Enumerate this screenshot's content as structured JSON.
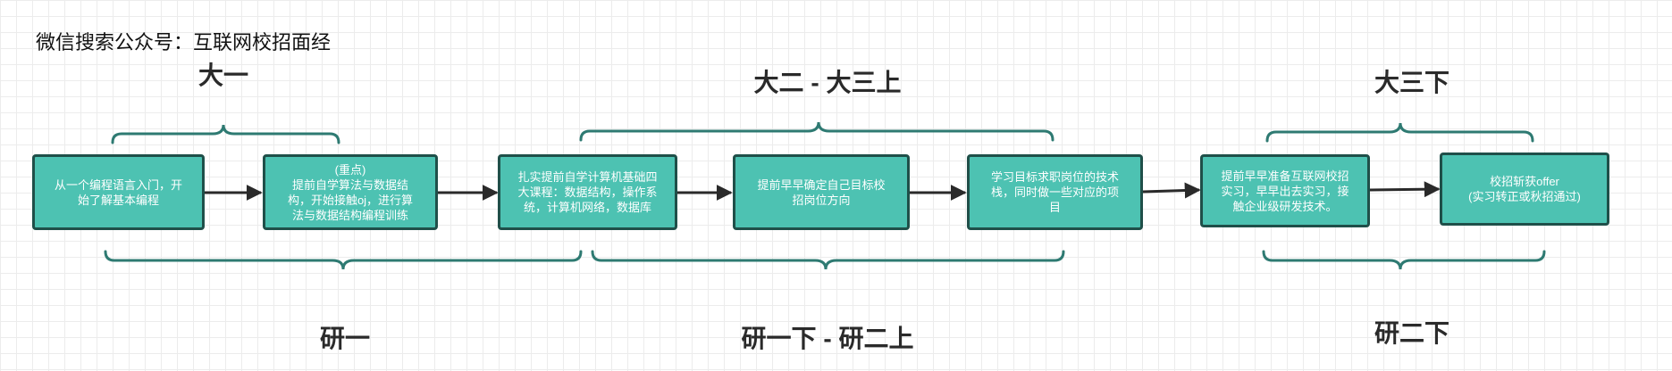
{
  "watermark": "微信搜索公众号：互联网校招面经",
  "undergrad_stages": {
    "first": "大一",
    "second": "大二 - 大三上",
    "third": "大三下"
  },
  "grad_stages": {
    "first": "研一",
    "second": "研一下 - 研二上",
    "third": "研二下"
  },
  "boxes": [
    {
      "lines": [
        "从一个编程语言入门，开",
        "始了解基本编程"
      ]
    },
    {
      "lines": [
        "(重点)",
        "提前自学算法与数据结",
        "构，开始接触oj，进行算",
        "法与数据结构编程训练"
      ]
    },
    {
      "lines": [
        "扎实提前自学计算机基础四",
        "大课程：数据结构，操作系",
        "统，计算机网络，数据库"
      ]
    },
    {
      "lines": [
        "提前早早确定自己目标校",
        "招岗位方向"
      ]
    },
    {
      "lines": [
        "学习目标求职岗位的技术",
        "栈，同时做一些对应的项",
        "目"
      ]
    },
    {
      "lines": [
        "提前早早准备互联网校招",
        "实习，早早出去实习，接",
        "触企业级研发技术。"
      ]
    },
    {
      "lines": [
        "校招斩获offer",
        "(实习转正或秋招通过)"
      ]
    }
  ],
  "colors": {
    "box_fill": "#4dc2b2",
    "box_border": "#1f4f49",
    "bracket": "#2e7a72",
    "arrow": "#2a2a2a"
  }
}
